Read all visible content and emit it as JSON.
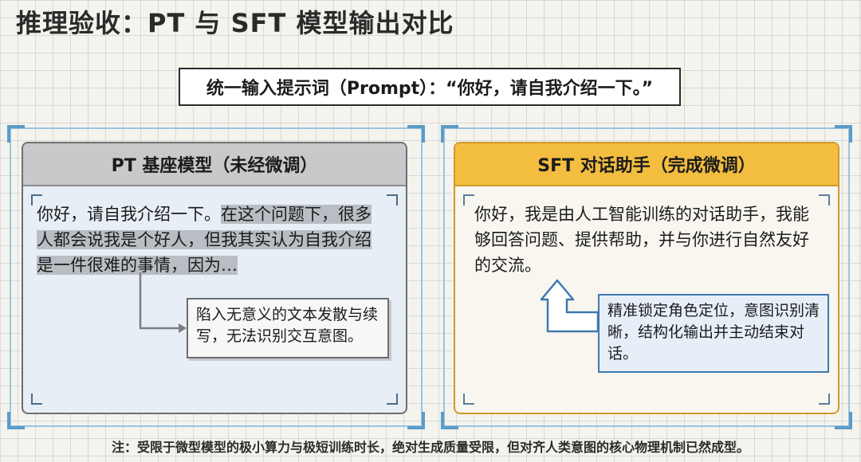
{
  "title": "推理验收：PT 与 SFT 模型输出对比",
  "prompt": "统一输入提示词（Prompt）：“你好，请自我介绍一下。”",
  "pt_panel": {
    "header": "PT 基座模型（未经微调）",
    "input_echo": "你好，请自我介绍一下。",
    "continuation": "在这个问题下，很多人都会说我是个好人，但我其实认为自我介绍是一件很难的事情，因为…",
    "note": "陷入无意义的文本发散与续写，无法识别交互意图。"
  },
  "sft_panel": {
    "header": "SFT 对话助手（完成微调）",
    "response": "你好，我是由人工智能训练的对话助手，我能够回答问题、提供帮助，并与你进行自然友好的交流。",
    "note": "精准锁定角色定位，意图识别清晰，结构化输出并主动结束对话。"
  },
  "footnote": "注：受限于微型模型的极小算力与极短训练时长，绝对生成质量受限，但对齐人类意图的核心物理机制已然成型。",
  "colors": {
    "pt_header": "#c8c9cb",
    "sft_header": "#f3bd3f",
    "sft_border": "#cf9a2a",
    "frame_accent": "#5b9cc8",
    "sft_note_border": "#3f78b0"
  }
}
